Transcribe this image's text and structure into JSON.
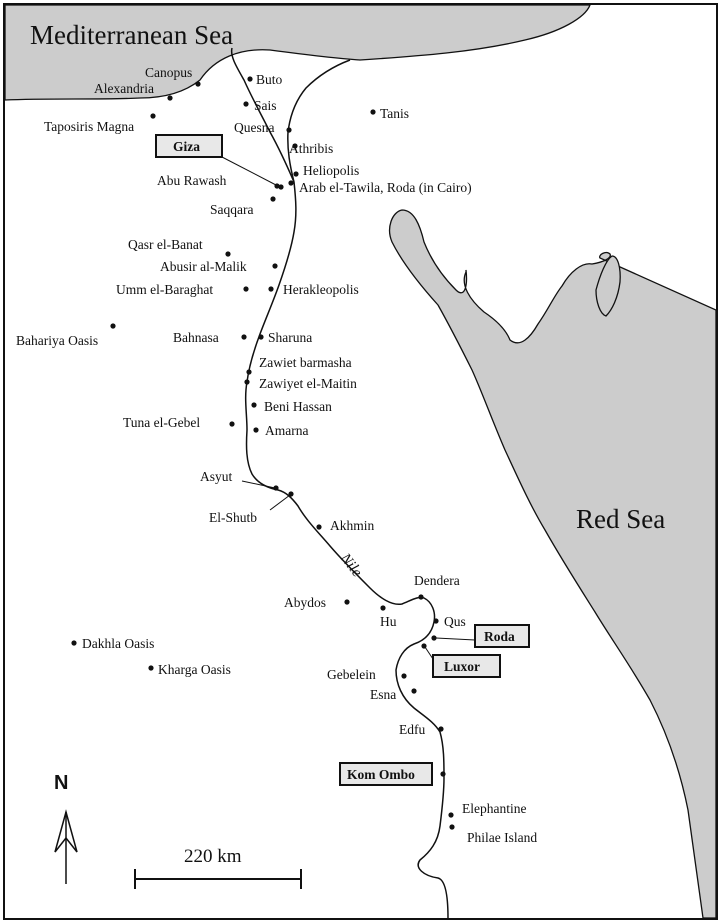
{
  "seas": {
    "mediterranean": "Mediterranean Sea",
    "red": "Red Sea"
  },
  "river": "Nile",
  "scale_bar": "220 km",
  "north": "N",
  "places": {
    "canopus": "Canopus",
    "alexandria": "Alexandria",
    "taposiris_magna": "Taposiris Magna",
    "buto": "Buto",
    "sais": "Sais",
    "quesna": "Quesna",
    "tanis": "Tanis",
    "athribis": "Athribis",
    "heliopolis": "Heliopolis",
    "abu_rawash": "Abu Rawash",
    "arab_el_tawila": "Arab el-Tawila, Roda (in Cairo)",
    "saqqara": "Saqqara",
    "qasr_el_banat": "Qasr el-Banat",
    "abusir_al_malik": "Abusir al-Malik",
    "umm_el_baraghat": "Umm el-Baraghat",
    "herakleopolis": "Herakleopolis",
    "bahariya_oasis": "Bahariya Oasis",
    "bahnasa": "Bahnasa",
    "sharuna": "Sharuna",
    "zawiet_barmasha": "Zawiet barmasha",
    "zawiyet_el_maitin": "Zawiyet el-Maitin",
    "beni_hassan": "Beni Hassan",
    "tuna_el_gebel": "Tuna el-Gebel",
    "amarna": "Amarna",
    "asyut": "Asyut",
    "el_shutb": "El-Shutb",
    "akhmin": "Akhmin",
    "dendera": "Dendera",
    "abydos": "Abydos",
    "hu": "Hu",
    "qus": "Qus",
    "dakhla_oasis": "Dakhla Oasis",
    "kharga_oasis": "Kharga Oasis",
    "gebelein": "Gebelein",
    "esna": "Esna",
    "edfu": "Edfu",
    "elephantine": "Elephantine",
    "philae_island": "Philae Island"
  },
  "highlighted": {
    "giza": "Giza",
    "roda": "Roda",
    "luxor": "Luxor",
    "kom_ombo": "Kom Ombo"
  },
  "colors": {
    "sea": "#cccccc",
    "highlight_box": "#e8e8e8",
    "ink": "#111111"
  }
}
